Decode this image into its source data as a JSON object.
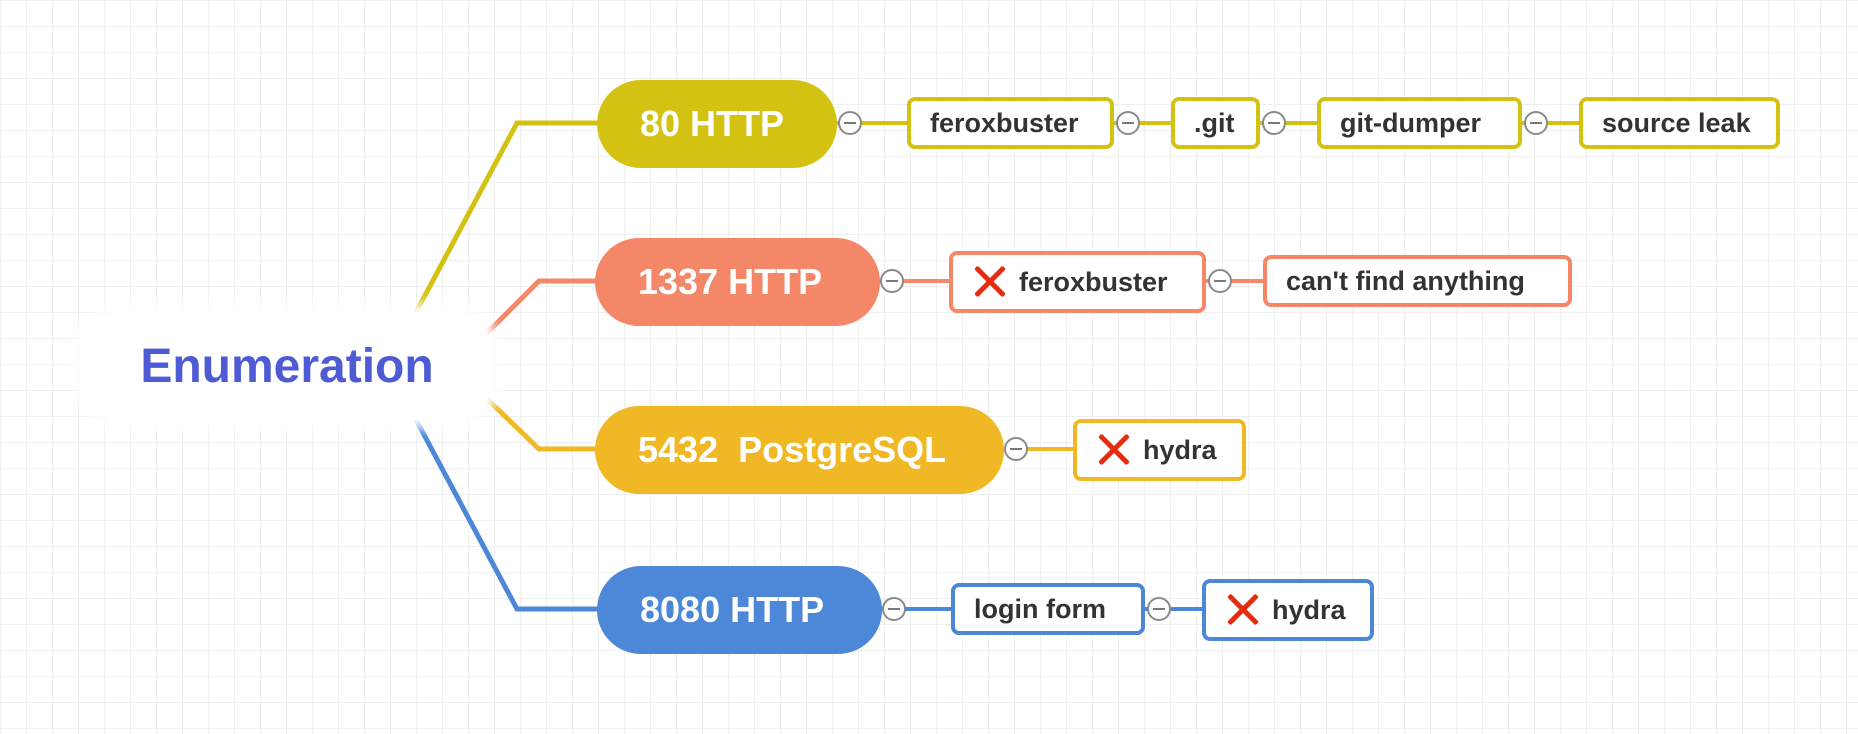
{
  "root": {
    "label": "Enumeration"
  },
  "branches": [
    {
      "port_label": "80 HTTP",
      "color": "#d4c213",
      "steps": [
        {
          "label": "feroxbuster",
          "failed": false
        },
        {
          "label": ".git",
          "failed": false
        },
        {
          "label": "git-dumper",
          "failed": false
        },
        {
          "label": "source leak",
          "failed": false
        }
      ]
    },
    {
      "port_label": "1337 HTTP",
      "color": "#f38767",
      "steps": [
        {
          "label": "feroxbuster",
          "failed": true
        },
        {
          "label": "can't find anything",
          "failed": false
        }
      ]
    },
    {
      "port_label": "5432  PostgreSQL",
      "color": "#f1b826",
      "steps": [
        {
          "label": "hydra",
          "failed": true
        }
      ]
    },
    {
      "port_label": "8080 HTTP",
      "color": "#4d87d8",
      "steps": [
        {
          "label": "login form",
          "failed": false
        },
        {
          "label": "hydra",
          "failed": true
        }
      ]
    }
  ],
  "icons": {
    "collapse": "collapse-toggle-icon",
    "failed": "red-x-icon"
  }
}
